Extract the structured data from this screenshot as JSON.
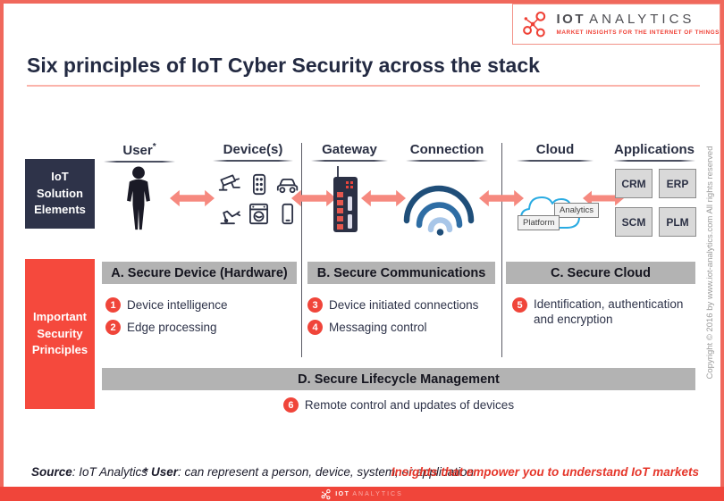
{
  "brand": {
    "name_bold": "IOT",
    "name_light": "ANALYTICS",
    "tagline": "MARKET INSIGHTS FOR THE INTERNET OF THINGS"
  },
  "title": "Six principles of IoT Cyber Security across the stack",
  "solution_elements": {
    "label_lines": [
      "IoT",
      "Solution",
      "Elements"
    ],
    "columns": [
      {
        "label": "User",
        "note": "*"
      },
      {
        "label": "Device(s)"
      },
      {
        "label": "Gateway"
      },
      {
        "label": "Connection"
      },
      {
        "label": "Cloud"
      },
      {
        "label": "Applications"
      }
    ],
    "device_icons": [
      "cctv-camera",
      "traffic-light",
      "car",
      "robotic-arm",
      "washing-machine",
      "smartphone"
    ],
    "cloud_labels": [
      "Platform",
      "Analytics"
    ],
    "application_labels": [
      "CRM",
      "ERP",
      "SCM",
      "PLM"
    ]
  },
  "security_principles": {
    "label_lines": [
      "Important",
      "Security",
      "Principles"
    ],
    "sections": [
      {
        "title": "A. Secure Device (Hardware)",
        "items": [
          {
            "num": "1",
            "text": "Device intelligence"
          },
          {
            "num": "2",
            "text": "Edge processing"
          }
        ]
      },
      {
        "title": "B. Secure Communications",
        "items": [
          {
            "num": "3",
            "text": "Device initiated connections"
          },
          {
            "num": "4",
            "text": "Messaging control"
          }
        ]
      },
      {
        "title": "C. Secure Cloud",
        "items": [
          {
            "num": "5",
            "text": "Identification, authentication and encryption"
          }
        ]
      },
      {
        "title": "D. Secure Lifecycle Management",
        "items": [
          {
            "num": "6",
            "text": "Remote control and updates of devices"
          }
        ]
      }
    ]
  },
  "footer": {
    "source_label": "Source",
    "source_rest": ": IoT Analytics",
    "user_label": "* User",
    "user_rest": ": can represent a person, device, system, or application",
    "tagline": "Insights that empower you to understand IoT markets"
  },
  "copyright": "Copyright © 2016 by www.iot-analytics.com All rights reserved",
  "colors": {
    "brand_red": "#ef4136",
    "accent_red": "#f0453a",
    "salmon_arrow": "#f6897f",
    "navy": "#2e3349",
    "bar_gray": "#b3b3b3",
    "wifi_dark_blue": "#1f4e79",
    "cloud_blue": "#29abe2"
  }
}
